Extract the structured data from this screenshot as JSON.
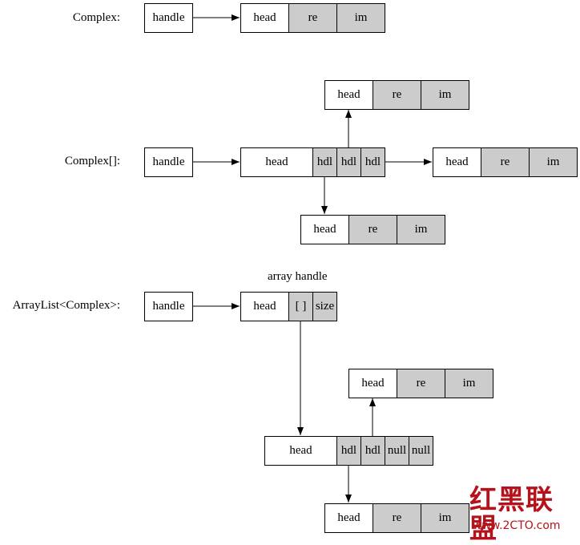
{
  "rows": {
    "complex": {
      "label": "Complex:",
      "handle": "handle",
      "object": [
        "head",
        "re",
        "im"
      ]
    },
    "complex_array": {
      "label": "Complex[]:",
      "handle": "handle",
      "array": [
        "head",
        "hdl",
        "hdl",
        "hdl"
      ],
      "top_object": [
        "head",
        "re",
        "im"
      ],
      "right_object": [
        "head",
        "re",
        "im"
      ],
      "bottom_object": [
        "head",
        "re",
        "im"
      ]
    },
    "arraylist": {
      "label": "ArrayList<Complex>:",
      "handle": "handle",
      "annotation": "array handle",
      "object": [
        "head",
        "[ ]",
        "size"
      ],
      "array": [
        "head",
        "hdl",
        "hdl",
        "null",
        "null"
      ],
      "top_object": [
        "head",
        "re",
        "im"
      ],
      "bottom_object": [
        "head",
        "re",
        "im"
      ]
    }
  },
  "watermark": {
    "logo": "红黑联盟",
    "site": "www.2CTO.com"
  },
  "colors": {
    "field_white": "#ffffff",
    "field_gray": "#cccccc",
    "line": "#000000",
    "watermark": "#b5121b"
  }
}
